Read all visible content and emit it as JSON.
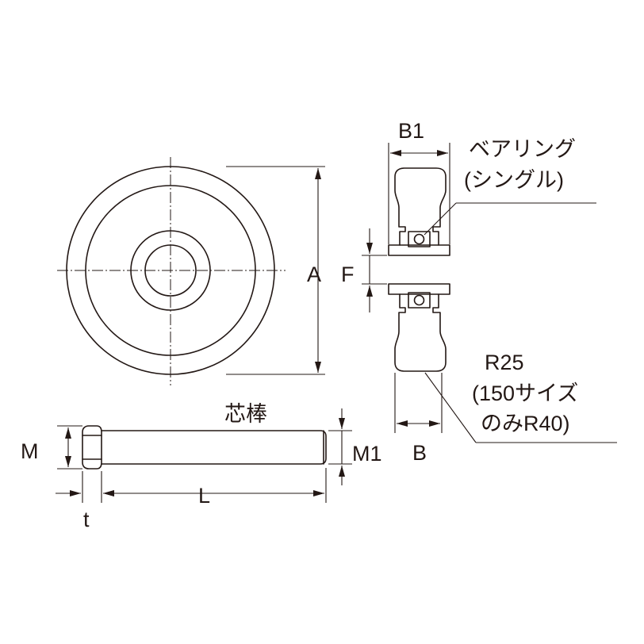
{
  "labels": {
    "dim_a": "A",
    "dim_f": "F",
    "dim_b1": "B1",
    "dim_b": "B",
    "dim_m": "M",
    "dim_m1": "M1",
    "dim_l": "L",
    "dim_t": "t",
    "bearing_line1": "ベアリング",
    "bearing_line2": "(シングル)",
    "radius_line1": "R25",
    "radius_line2": "(150サイズ",
    "radius_line3": "のみR40)",
    "axle": "芯棒"
  }
}
